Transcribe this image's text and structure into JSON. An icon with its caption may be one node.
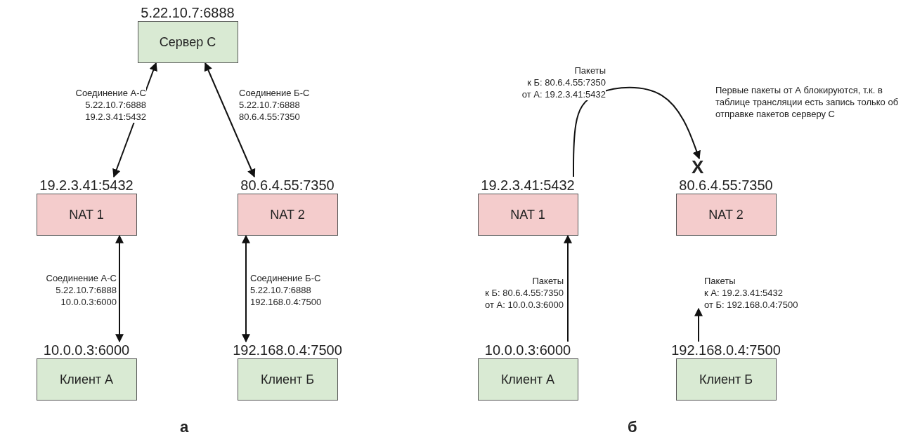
{
  "diagram": {
    "nodes": [
      {
        "text": [
          "5.22.10.7:6888",
          "Сервер С"
        ]
      },
      {
        "text": [
          "19.2.3.41:5432",
          "NAT 1"
        ]
      },
      {
        "text": [
          "80.6.4.55:7350",
          "NAT 2"
        ]
      },
      {
        "text": [
          "10.0.0.3:6000",
          "Клиент А"
        ]
      },
      {
        "text": [
          "192.168.0.4:7500",
          "Клиент Б"
        ]
      },
      {
        "text": [
          "19.2.3.41:5432",
          "NAT 1"
        ]
      },
      {
        "text": [
          "80.6.4.55:7350",
          "NAT 2"
        ]
      },
      {
        "text": [
          "10.0.0.3:6000",
          "Клиент А"
        ]
      },
      {
        "text": [
          "192.168.0.4:7500",
          "Клиент Б"
        ]
      }
    ],
    "edges": [
      {
        "from": 0,
        "to": 1,
        "arrow": "both",
        "label": "Соединение А-С 5.22.10.7:6888 19.2.3.41:5432"
      },
      {
        "from": 0,
        "to": 2,
        "arrow": "both",
        "label": "Соединение Б-С 5.22.10.7:6888 80.6.4.55:7350"
      },
      {
        "from": 1,
        "to": 3,
        "arrow": "both",
        "label": "Соединение А-С 5.22.10.7:6888 10.0.0.3:6000"
      },
      {
        "from": 2,
        "to": 4,
        "arrow": "both",
        "label": "Соединение Б-С 5.22.10.7:6888 192.168.0.4:7500"
      },
      {
        "from": 7,
        "to": 5,
        "arrow": "to",
        "label": "Пакеты к Б: 80.6.4.55:7350 от А: 10.0.0.3:6000"
      },
      {
        "from": 5,
        "to": 6,
        "arrow": "to",
        "label": "Пакеты к Б: 80.6.4.55:7350 от А: 19.2.3.41:5432"
      },
      {
        "from": 8,
        "to": null,
        "arrow": "to",
        "label": "Пакеты к А: 19.2.3.41:5432 от Б: 192.168.0.4:7500"
      }
    ],
    "labels": [
      "X",
      "Первые пакеты от А блокируются, т.к. в таблице трансляции есть запись только об отправке пакетов серверу С",
      "а",
      "б"
    ]
  }
}
